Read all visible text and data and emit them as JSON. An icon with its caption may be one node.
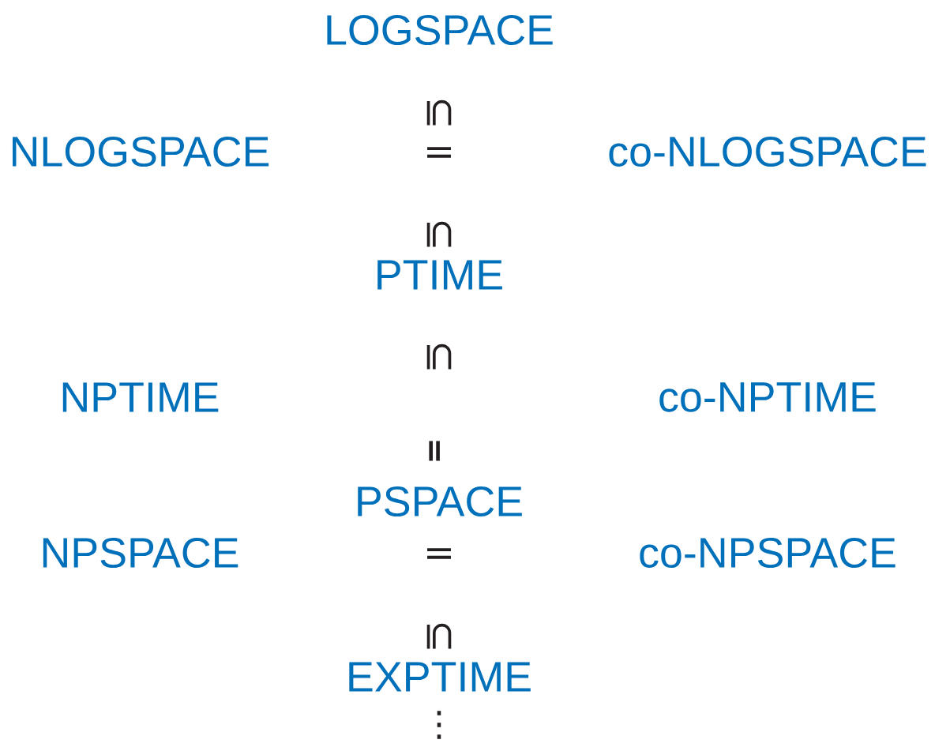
{
  "diagram": {
    "labels": [
      "LOGSPACE",
      "⊆",
      "NLOGSPACE",
      "=",
      "co-NLOGSPACE",
      "⊆",
      "PTIME",
      "⊆",
      "NPTIME",
      "co-NPTIME",
      "=",
      "PSPACE",
      "NPSPACE",
      "=",
      "co-NPSPACE",
      "⊆",
      "EXPTIME",
      "⋮"
    ]
  }
}
